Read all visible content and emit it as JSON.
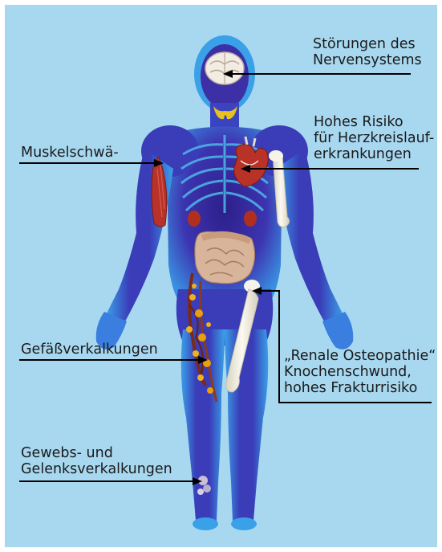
{
  "labels": {
    "nervous": [
      "Störungen des",
      "Nervensystems"
    ],
    "heart": [
      "Hohes Risiko",
      "für Herzkreislauf-",
      "erkrankungen"
    ],
    "muscle": [
      "Muskelschwä-"
    ],
    "vessels": [
      "Gefäßverkalkungen"
    ],
    "osteo": [
      "„Renale Osteopathie“",
      "Knochenschwund,",
      "hohes Frakturrisiko"
    ],
    "tissue": [
      "Gewebs- und",
      "Gelenksverkalkungen"
    ]
  },
  "colors": {
    "background": "#a8d8f0",
    "body_outer": "#3aa0e8",
    "body_inner": "#3c2f9e",
    "bone": "#f4f1e6",
    "muscle": "#b8322a",
    "intestine": "#d8b49a",
    "kidney": "#b03020",
    "thyroid": "#e8c020",
    "leader_line": "#000000"
  }
}
